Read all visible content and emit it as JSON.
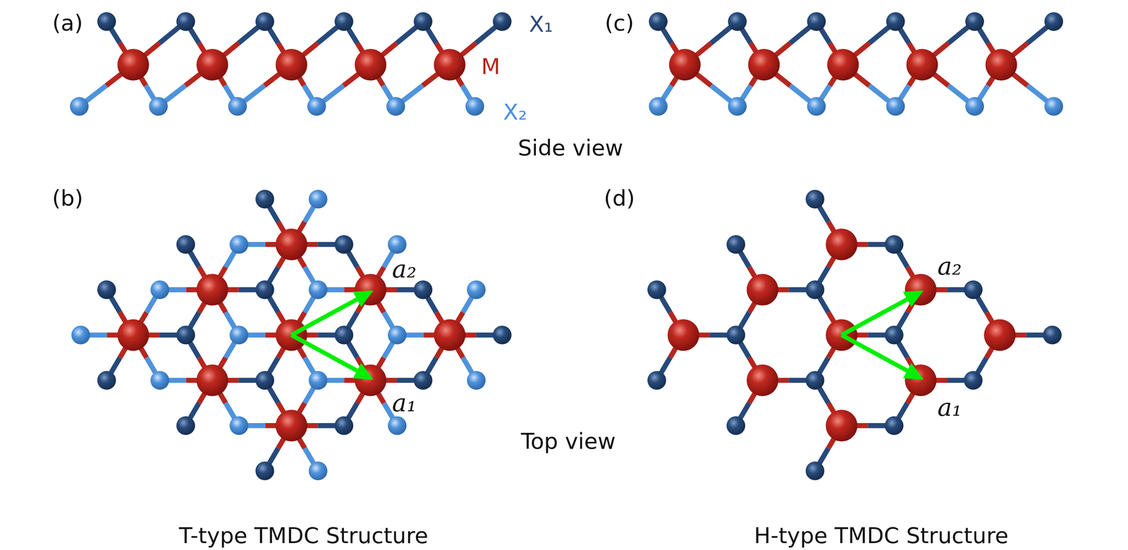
{
  "diagram": {
    "labels": [
      "(a)",
      "X₁",
      "M",
      "X₂",
      "(c)",
      "Side view",
      "(b)",
      "a₂",
      "a₁",
      "(d)",
      "a₂",
      "a₁",
      "Top view",
      "T-type TMDC Structure",
      "H-type TMDC Structure"
    ]
  }
}
